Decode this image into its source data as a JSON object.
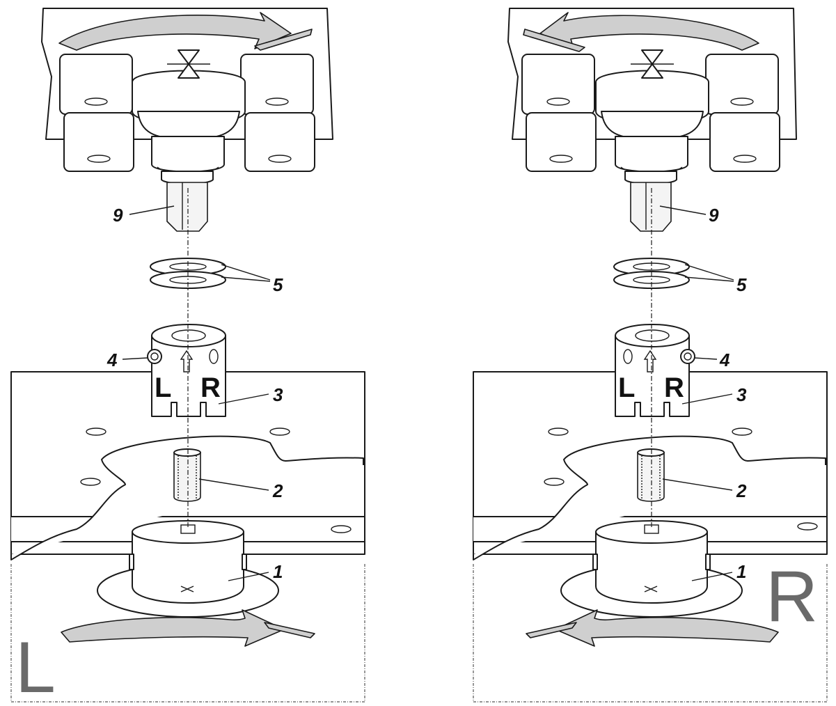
{
  "panels": [
    {
      "side": "left",
      "rotation": "clockwise",
      "mode_letter": "L",
      "callouts": {
        "part9": "9",
        "part5": "5",
        "part4": "4",
        "part3": "3",
        "part2": "2",
        "part1": "1"
      },
      "coupler_marks": {
        "left": "L",
        "right": "R"
      }
    },
    {
      "side": "right",
      "rotation": "counter-clockwise",
      "mode_letter": "R",
      "callouts": {
        "part9": "9",
        "part5": "5",
        "part4": "4",
        "part3": "3",
        "part2": "2",
        "part1": "1"
      },
      "coupler_marks": {
        "left": "L",
        "right": "R"
      }
    }
  ],
  "colors": {
    "line": "#1a1a1a",
    "arrow_fill": "#cfcfcf",
    "mode_letter": "#6a6a6a"
  }
}
